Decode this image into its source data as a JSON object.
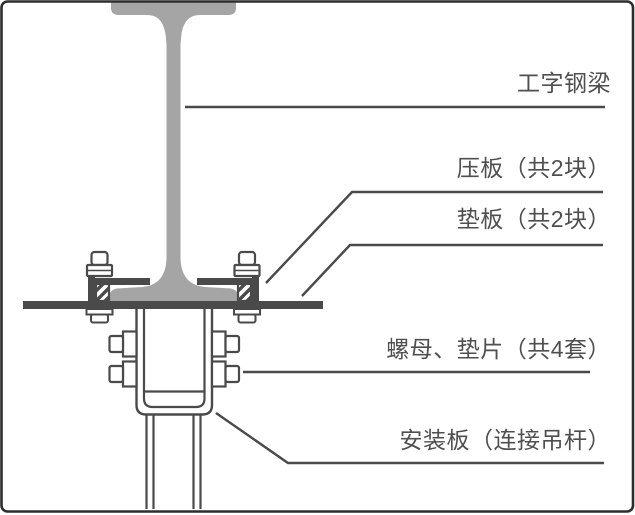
{
  "labels": {
    "beam": "工字钢梁",
    "clamp": "压板（共2块）",
    "shim": "垫板（共2块）",
    "nut": "螺母、垫片（共4套）",
    "mount": "安装板（连接吊杆）"
  },
  "colors": {
    "bg": "#ffffff",
    "frame": "#2d2d2d",
    "ink": "#4a4a4a",
    "beam": "#a5a5a5",
    "text": "#4f4f4f"
  }
}
